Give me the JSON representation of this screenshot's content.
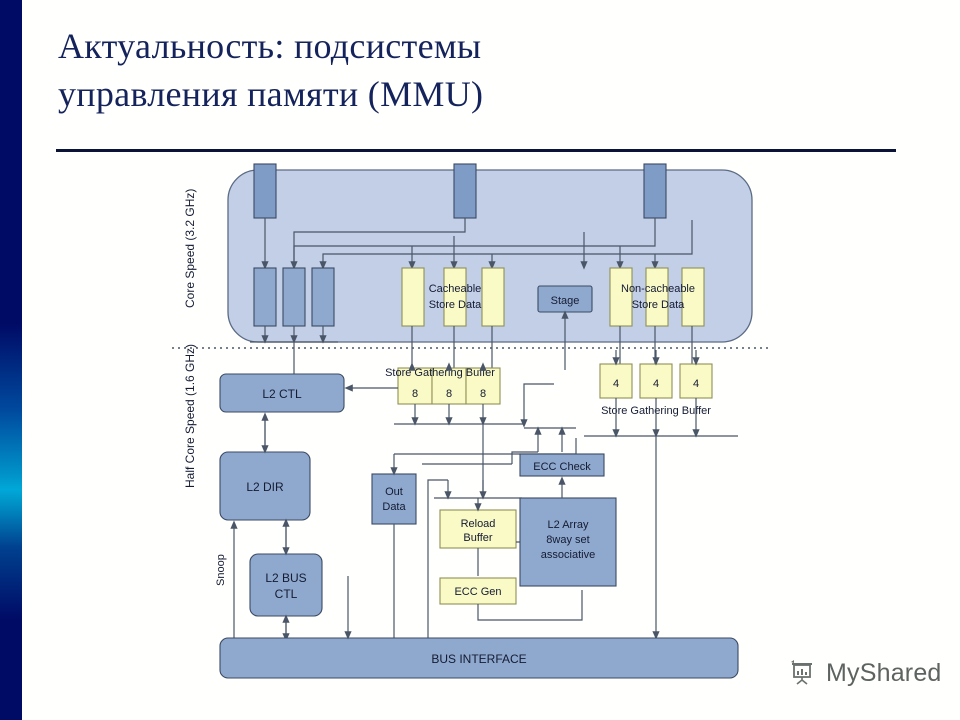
{
  "slide": {
    "title_lines": [
      "Актуальность: подсистемы",
      "управления памяти (MMU)"
    ]
  },
  "watermark": {
    "text": "MyShared",
    "icon": "presentation-chart-icon"
  },
  "colors": {
    "title": "#15235c",
    "panel_fill": "#c2cfe6",
    "blue_box": "#8fa9ce",
    "yellow_box": "#fafac6",
    "line": "#4a5668",
    "strip_navy": "#000b66",
    "strip_cyan": "#00a8d8"
  },
  "diagram": {
    "clock_domains": [
      {
        "id": "core",
        "label": "Core Speed (3.2 GHz)"
      },
      {
        "id": "half",
        "label": "Half Core Speed (1.6 GHz)"
      }
    ],
    "core_domain": {
      "top_ports": [
        "",
        "",
        ""
      ],
      "blue_buffers": [
        "",
        "",
        ""
      ],
      "cacheable": {
        "label": "Cacheable Store Data",
        "cells": [
          "",
          "",
          ""
        ]
      },
      "stage": {
        "label": "Stage"
      },
      "noncacheable": {
        "label": "Non-cacheable Store Data",
        "cells": [
          "",
          "",
          ""
        ]
      }
    },
    "half_domain": {
      "l2_ctl": "L2 CTL",
      "l2_dir": "L2 DIR",
      "l2_bus_ctl": "L2 BUS CTL",
      "snoop": "Snoop",
      "out_data": "Out Data",
      "sgb_left": {
        "label": "Store Gathering Buffer",
        "cells": [
          "8",
          "8",
          "8"
        ]
      },
      "sgb_right": {
        "label": "Store Gathering Buffer",
        "cells": [
          "4",
          "4",
          "4"
        ]
      },
      "reload_buffer": "Reload Buffer",
      "ecc_gen": "ECC Gen",
      "ecc_check": "ECC Check",
      "l2_array": "L2 Array 8way set associative",
      "l2_array_lines": [
        "L2 Array",
        "8way set",
        "associative"
      ],
      "bus_interface": "BUS INTERFACE"
    }
  }
}
